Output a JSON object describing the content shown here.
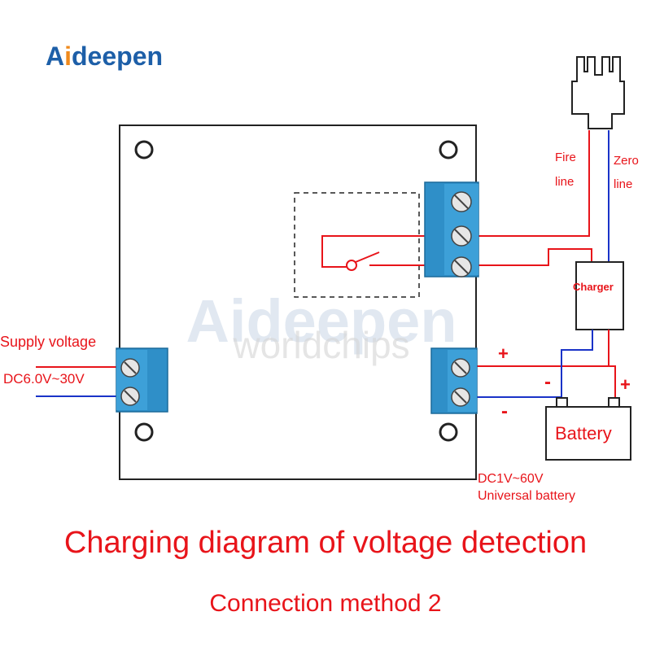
{
  "brand": {
    "logo_text": "Aideepen",
    "watermark_text": "Aideepen",
    "watermark_sub": "worldchips"
  },
  "labels": {
    "supply_voltage": "Supply voltage",
    "supply_range": "DC6.0V~30V",
    "fire_line_1": "Fire",
    "fire_line_2": "line",
    "zero_line_1": "Zero",
    "zero_line_2": "line",
    "charger": "Charger",
    "battery": "Battery",
    "plus_out": "+",
    "minus_out": "-",
    "plus_batt": "+",
    "minus_batt": "-",
    "battery_range": "DC1V~60V",
    "battery_desc": "Universal battery"
  },
  "captions": {
    "title": "Charging diagram of voltage detection",
    "subtitle": "Connection method 2"
  },
  "colors": {
    "wire_red": "#e8141a",
    "wire_blue": "#1a33c8",
    "terminal_blue": "#2f8fc8",
    "outline": "#222222",
    "logo_blue": "#1d5fa8",
    "logo_orange": "#f08a1c"
  }
}
